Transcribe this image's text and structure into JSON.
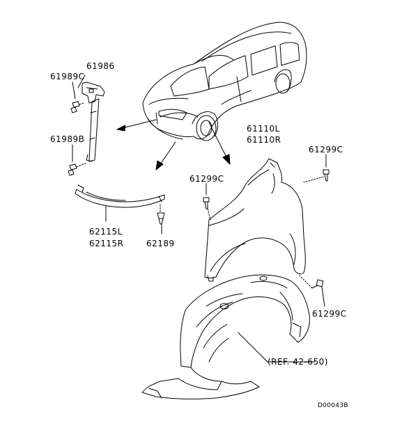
{
  "diagram": {
    "parts": {
      "p61986": "61986",
      "p61989c": "61989C",
      "p61989b": "61989B",
      "p62115": [
        "62115L",
        "62115R"
      ],
      "p62189": "62189",
      "p61110": [
        "61110L",
        "61110R"
      ],
      "p61299c_top": "61299C",
      "p61299c_mid": "61299C",
      "p61299c_bot": "61299C"
    },
    "reference": "(REF. 42-650)",
    "drawing_code": "D00043B",
    "line_color": "#000000"
  }
}
